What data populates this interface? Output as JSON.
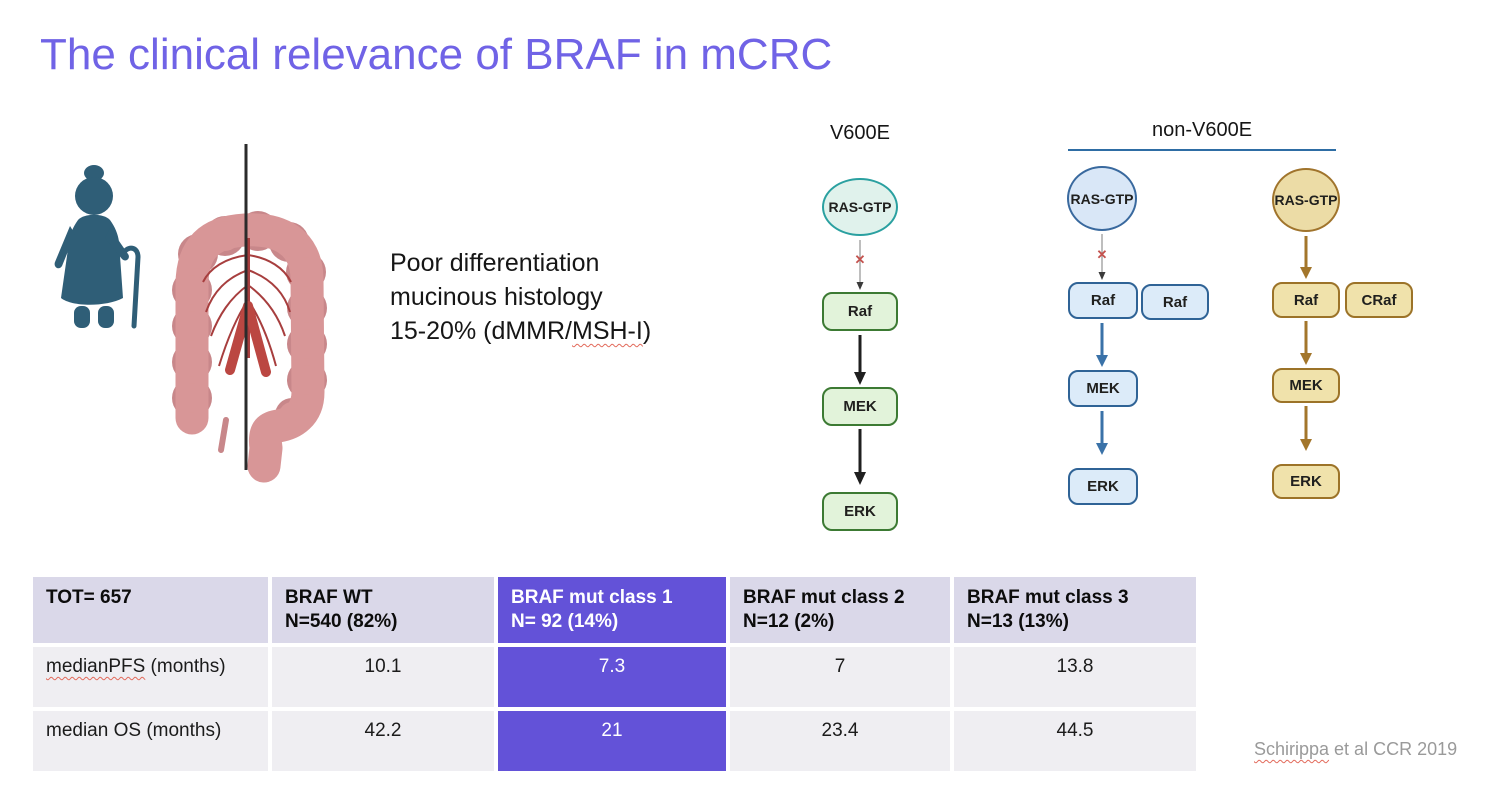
{
  "slide": {
    "title": "The clinical relevance of BRAF in mCRC",
    "citation_flagged": "Schirippa",
    "citation_rest": " et al CCR 2019"
  },
  "patient_panel": {
    "line1": "Poor differentiation",
    "line2": "mucinous histology",
    "line3_prefix": "15-20% (dMMR/",
    "line3_flagged": "MSH-I",
    "line3_suffix": ")"
  },
  "icons": {
    "blocked_cross": "✕"
  },
  "pathways": {
    "v600e": {
      "title": "V600E",
      "ras": "RAS-GTP",
      "raf": "Raf",
      "mek": "MEK",
      "erk": "ERK"
    },
    "non_v600e": {
      "title": "non-V600E",
      "class2": {
        "ras": "RAS-GTP",
        "raf_a": "Raf",
        "raf_b": "Raf",
        "mek": "MEK",
        "erk": "ERK"
      },
      "class3": {
        "ras": "RAS-GTP",
        "raf_a": "Raf",
        "raf_b": "CRaf",
        "mek": "MEK",
        "erk": "ERK"
      }
    }
  },
  "table": {
    "columns": [
      {
        "title": "TOT= 657",
        "subtitle": ""
      },
      {
        "title": "BRAF WT",
        "subtitle": "N=540 (82%)"
      },
      {
        "title": "BRAF mut class 1",
        "subtitle": "N= 92 (14%)",
        "highlighted": true
      },
      {
        "title": "BRAF mut class 2",
        "subtitle": "N=12 (2%)"
      },
      {
        "title": "BRAF mut class 3",
        "subtitle": "N=13 (13%)"
      }
    ],
    "rows": [
      {
        "label_flagged": "medianPFS",
        "label_rest": " (months)",
        "values": [
          "10.1",
          "7.3",
          "7",
          "13.8"
        ]
      },
      {
        "label": "median OS (months)",
        "values": [
          "42.2",
          "21",
          "23.4",
          "44.5"
        ]
      }
    ]
  },
  "colors": {
    "title_purple": "#7063e6",
    "table_highlight_purple": "#6352d8",
    "table_header_bg": "#dad8e9",
    "table_row_bg": "#efeef2",
    "v600e_green_fill": "#e2f3da",
    "v600e_green_border": "#3c7a33",
    "ras_teal_border": "#2aa0a0",
    "class2_blue_fill": "#dcebf9",
    "class2_blue_border": "#2f6396",
    "class3_tan_fill": "#f0e2ab",
    "class3_tan_border": "#9c7328",
    "figure_teal": "#2f5e77",
    "colon_pink": "#d89697",
    "spellcheck_red": "#e2695a"
  }
}
